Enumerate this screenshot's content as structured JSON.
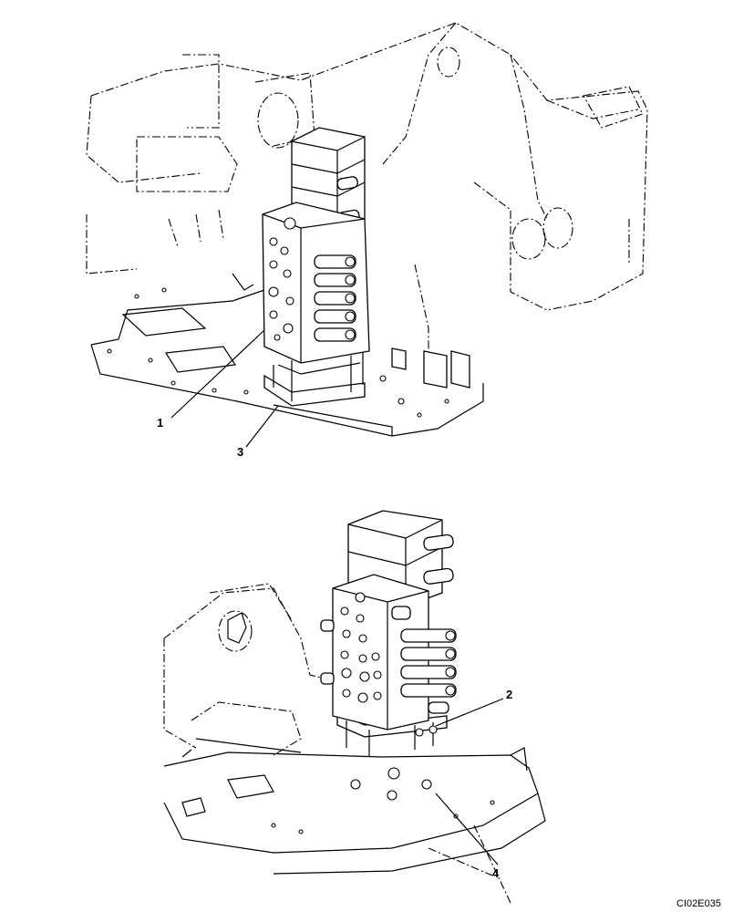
{
  "callouts": {
    "c1": "1",
    "c2": "2",
    "c3": "3",
    "c4": "4"
  },
  "drawing_code": "CI02E035",
  "colors": {
    "ink": "#000000",
    "paper": "#ffffff"
  }
}
